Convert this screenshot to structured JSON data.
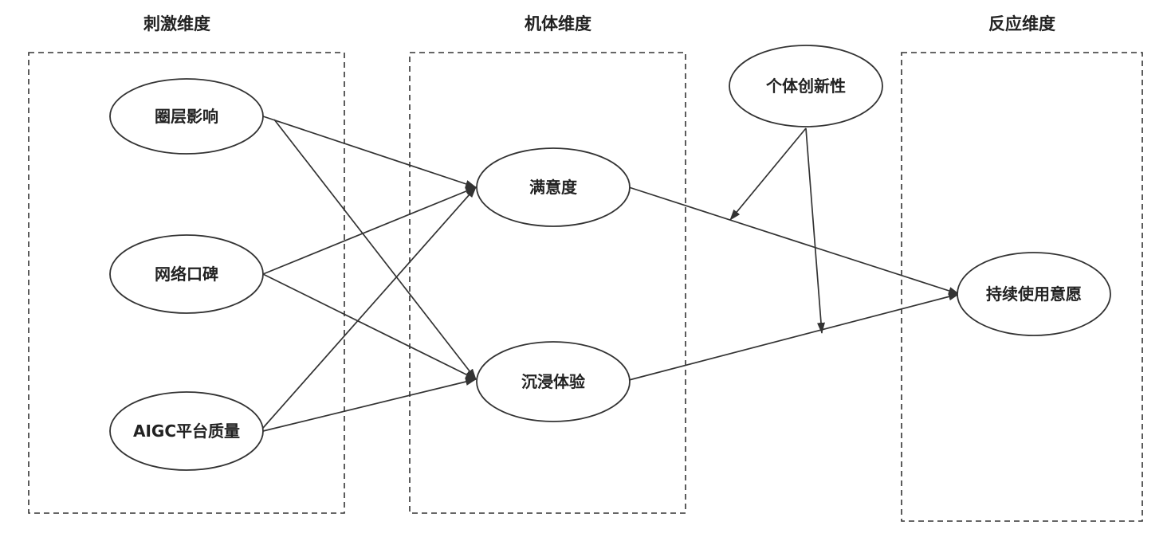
{
  "groups": {
    "stimulus": {
      "title": "刺激维度"
    },
    "organism": {
      "title": "机体维度"
    },
    "response": {
      "title": "反应维度"
    }
  },
  "nodes": {
    "circle_influence": "圈层影响",
    "word_of_mouth": "网络口碑",
    "aigc_quality": "AIGC平台质量",
    "satisfaction": "满意度",
    "immersion": "沉浸体验",
    "innovativeness": "个体创新性",
    "continuance_intention": "持续使用意愿"
  },
  "edges": [
    {
      "from": "circle_influence",
      "to": "satisfaction"
    },
    {
      "from": "circle_influence",
      "to": "immersion"
    },
    {
      "from": "word_of_mouth",
      "to": "satisfaction"
    },
    {
      "from": "word_of_mouth",
      "to": "immersion"
    },
    {
      "from": "aigc_quality",
      "to": "satisfaction"
    },
    {
      "from": "aigc_quality",
      "to": "immersion"
    },
    {
      "from": "satisfaction",
      "to": "continuance_intention"
    },
    {
      "from": "immersion",
      "to": "continuance_intention"
    }
  ],
  "moderations": [
    {
      "from": "innovativeness",
      "on_edge": "satisfaction->continuance_intention"
    },
    {
      "from": "innovativeness",
      "on_edge": "immersion->continuance_intention"
    }
  ],
  "colors": {
    "stroke": "#333333",
    "text": "#222222",
    "background": "#ffffff"
  }
}
